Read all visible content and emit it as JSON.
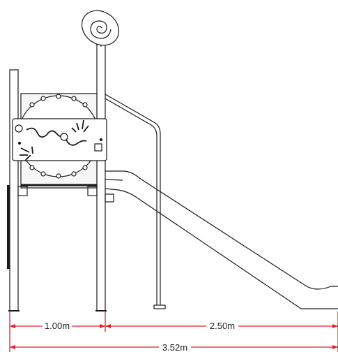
{
  "drawing": {
    "colors": {
      "line": "#1a1a1a",
      "dimension": "#e0202a",
      "fill": "#ffffff",
      "panel_fill": "#f7f7f7"
    },
    "dimensions": {
      "left_span": "1.00m",
      "right_span": "2.50m",
      "total_span": "3.52m"
    }
  }
}
